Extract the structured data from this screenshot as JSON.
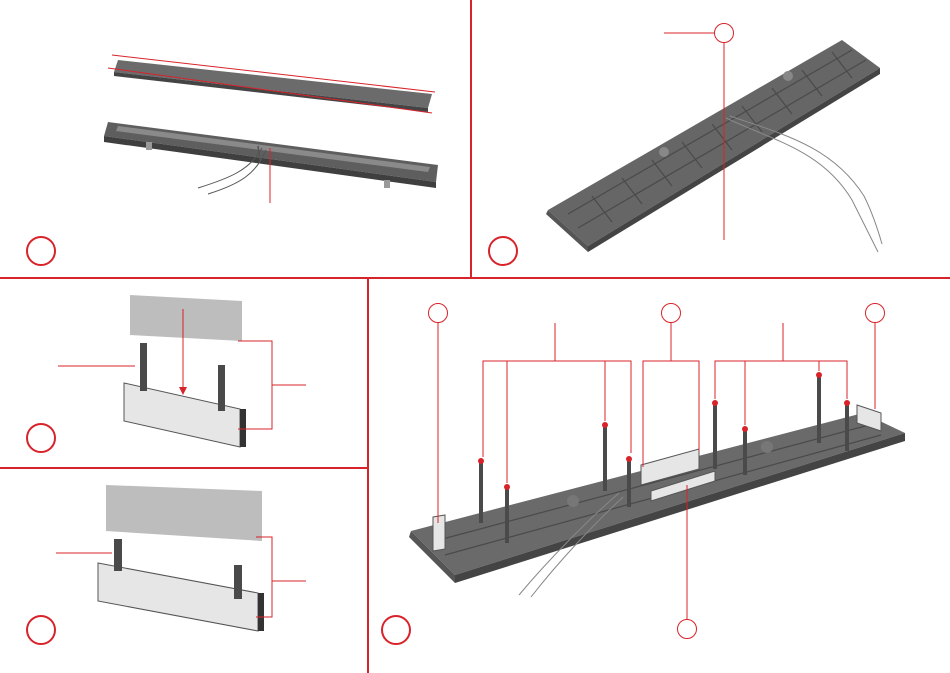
{
  "colors": {
    "accent": "#d8232a",
    "part_dark": "#5c5c5c",
    "part_mid": "#7a7a7a",
    "part_light": "#e6e6e6",
    "texture": "#bdbdbd"
  },
  "steps": [
    {
      "id": "step-1",
      "number": ""
    },
    {
      "id": "step-2",
      "number": ""
    },
    {
      "id": "step-3",
      "number": ""
    },
    {
      "id": "step-4",
      "number": ""
    },
    {
      "id": "step-5",
      "number": ""
    }
  ],
  "callouts": {
    "step2_top": "",
    "step5_left": "",
    "step5_middle": "",
    "step5_right": "",
    "step5_bottom": ""
  },
  "icons": [
    "platform-roof-illustration",
    "platform-base-illustration",
    "wall-panel-illustration",
    "lamp-post-illustration",
    "wire-illustration"
  ]
}
